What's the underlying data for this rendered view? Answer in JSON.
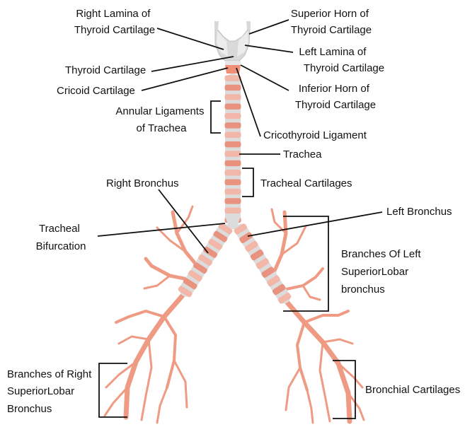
{
  "colors": {
    "ring": "#e8927f",
    "ring_light": "#f2b7a8",
    "ligament": "#dcdcdc",
    "thyroid": "#d6d6d6",
    "cricoid": "#f08f76",
    "branch": "#ef9a83",
    "line": "#111111",
    "text": "#111111"
  },
  "labels": {
    "right_lamina": [
      "Right Lamina of",
      "Thyroid Cartilage"
    ],
    "superior_horn": [
      "Superior Horn of",
      "Thyroid Cartilage"
    ],
    "left_lamina": [
      "Left Lamina of",
      "Thyroid Cartilage"
    ],
    "thyroid_cartilage": "Thyroid Cartilage",
    "cricoid_cartilage": "Cricoid Cartilage",
    "inferior_horn": [
      "Inferior Horn of",
      "Thyroid Cartilage"
    ],
    "annular_ligaments": [
      "Annular Ligaments",
      "of Trachea"
    ],
    "cricothyroid_ligament": "Cricothyroid Ligament",
    "trachea": "Trachea",
    "tracheal_cartilages": "Tracheal Cartilages",
    "right_bronchus": "Right Bronchus",
    "left_bronchus": "Left Bronchus",
    "tracheal_bifurcation": [
      "Tracheal",
      "Bifurcation"
    ],
    "branches_left": [
      "Branches Of Left",
      "SuperiorLobar",
      "bronchus"
    ],
    "branches_right": [
      "Branches of Right",
      "SuperiorLobar",
      "Bronchus"
    ],
    "bronchial_cartilages": "Bronchial Cartilages"
  }
}
